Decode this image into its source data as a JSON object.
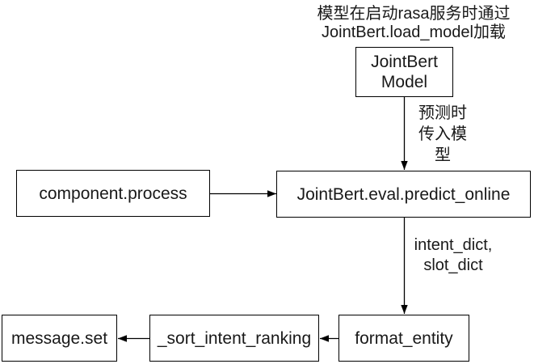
{
  "diagram": {
    "annotation": "模型在启动rasa服务时通过\nJointBert.load_model加载",
    "nodes": {
      "jointbert_model": {
        "label": "JointBert\nModel"
      },
      "component_process": {
        "label": "component.process"
      },
      "predict_online": {
        "label": "JointBert.eval.predict_online"
      },
      "format_entity": {
        "label": "format_entity"
      },
      "sort_intent_ranking": {
        "label": "_sort_intent_ranking"
      },
      "message_set": {
        "label": "message.set"
      }
    },
    "edge_labels": {
      "predict_input": "预测时\n传入模\n型",
      "dicts": "intent_dict,\nslot_dict"
    },
    "edges": [
      {
        "from": "jointbert_model",
        "to": "predict_online"
      },
      {
        "from": "component_process",
        "to": "predict_online"
      },
      {
        "from": "predict_online",
        "to": "format_entity"
      },
      {
        "from": "format_entity",
        "to": "sort_intent_ranking"
      },
      {
        "from": "sort_intent_ranking",
        "to": "message_set"
      }
    ],
    "colors": {
      "stroke": "#000000",
      "text": "#191919",
      "node_fill": "#ffffff",
      "background": "#ffffff"
    }
  }
}
